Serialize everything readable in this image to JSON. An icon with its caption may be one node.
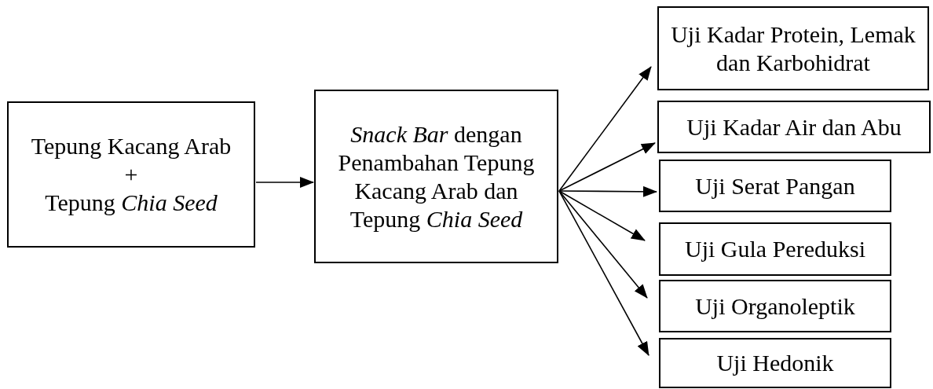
{
  "diagram": {
    "nodes": [
      {
        "text": [
          "Tepung Kacang Arab",
          "+",
          "Tepung *Chia Seed*"
        ]
      },
      {
        "text": [
          "*Snack Bar* dengan Penambahan Tepung Kacang Arab dan Tepung *Chia Seed*"
        ]
      },
      {
        "text": [
          "Uji Kadar Protein, Lemak dan Karbohidrat"
        ]
      },
      {
        "text": [
          "Uji Kadar Air dan Abu"
        ]
      },
      {
        "text": [
          "Uji Serat Pangan"
        ]
      },
      {
        "text": [
          "Uji Gula Pereduksi"
        ]
      },
      {
        "text": [
          "Uji Organoleptik"
        ]
      },
      {
        "text": [
          "Uji Hedonik"
        ]
      }
    ],
    "edges": [
      {
        "from": 0,
        "to": 1,
        "arrow": "to"
      },
      {
        "from": 1,
        "to": 2,
        "arrow": "to"
      },
      {
        "from": 1,
        "to": 3,
        "arrow": "to"
      },
      {
        "from": 1,
        "to": 4,
        "arrow": "to"
      },
      {
        "from": 1,
        "to": 5,
        "arrow": "to"
      },
      {
        "from": 1,
        "to": 6,
        "arrow": "to"
      },
      {
        "from": 1,
        "to": 7,
        "arrow": "to"
      }
    ]
  }
}
